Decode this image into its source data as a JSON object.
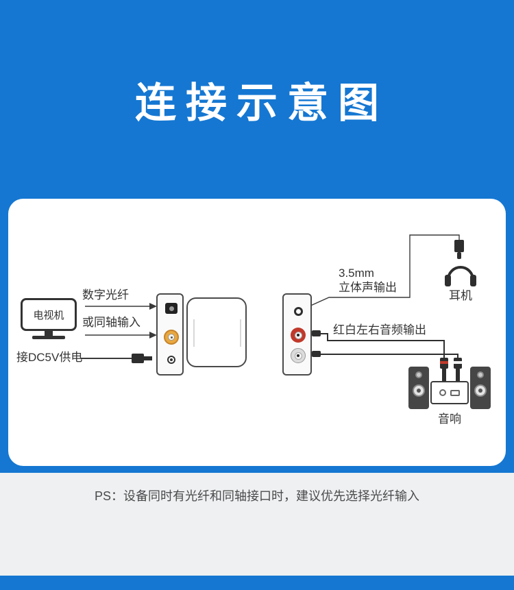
{
  "header": {
    "title": "连接示意图"
  },
  "diagram": {
    "tv": {
      "label": "电视机"
    },
    "inputs": {
      "optical_label": "数字光纤",
      "coaxial_label": "或同轴输入"
    },
    "power": {
      "label": "接DC5V供电"
    },
    "outputs": {
      "stereo_line1": "3.5mm",
      "stereo_line2": "立体声输出",
      "headphone_label": "耳机",
      "rca_label": "红白左右音频输出",
      "speaker_label": "音响"
    }
  },
  "footer": {
    "note": "PS：设备同时有光纤和同轴接口时，建议优先选择光纤输入"
  },
  "colors": {
    "background_blue": "#1577d2",
    "footer_gray": "#eef0f2",
    "card_white": "#ffffff",
    "line_dark": "#3a3a3a",
    "coaxial_orange": "#e9a83f",
    "rca_red": "#c0392b",
    "rca_white": "#dcdcdc"
  }
}
